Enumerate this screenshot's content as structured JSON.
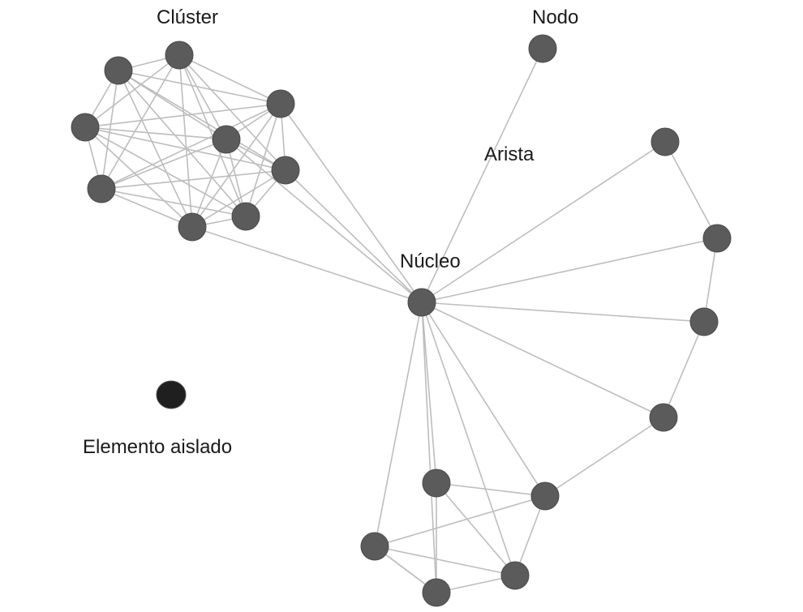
{
  "labels": {
    "cluster": "Clúster",
    "node": "Nodo",
    "edge": "Arista",
    "hub": "Núcleo",
    "isolated": "Elemento aislado"
  },
  "colors": {
    "node": "#5b5b5b",
    "isolated_node": "#1f1f1f",
    "edge": "#bdbdbd",
    "background": "#ffffff"
  },
  "graph": {
    "nodes": [
      "A",
      "B",
      "C",
      "D",
      "E",
      "F",
      "G",
      "H",
      "I",
      "Hub",
      "Top",
      "R1",
      "R2",
      "R3",
      "R4",
      "B1",
      "B2",
      "B3",
      "B4",
      "B5",
      "Iso"
    ],
    "edges": [
      [
        "A",
        "B"
      ],
      [
        "A",
        "C"
      ],
      [
        "A",
        "D"
      ],
      [
        "A",
        "E"
      ],
      [
        "A",
        "F"
      ],
      [
        "A",
        "G"
      ],
      [
        "A",
        "H"
      ],
      [
        "A",
        "I"
      ],
      [
        "B",
        "C"
      ],
      [
        "B",
        "D"
      ],
      [
        "B",
        "E"
      ],
      [
        "B",
        "F"
      ],
      [
        "B",
        "G"
      ],
      [
        "B",
        "H"
      ],
      [
        "B",
        "I"
      ],
      [
        "C",
        "D"
      ],
      [
        "C",
        "E"
      ],
      [
        "C",
        "F"
      ],
      [
        "C",
        "G"
      ],
      [
        "C",
        "H"
      ],
      [
        "C",
        "I"
      ],
      [
        "D",
        "E"
      ],
      [
        "D",
        "F"
      ],
      [
        "D",
        "G"
      ],
      [
        "D",
        "H"
      ],
      [
        "D",
        "I"
      ],
      [
        "E",
        "F"
      ],
      [
        "E",
        "G"
      ],
      [
        "E",
        "H"
      ],
      [
        "E",
        "I"
      ],
      [
        "F",
        "G"
      ],
      [
        "F",
        "H"
      ],
      [
        "F",
        "I"
      ],
      [
        "G",
        "H"
      ],
      [
        "G",
        "I"
      ],
      [
        "H",
        "I"
      ],
      [
        "Hub",
        "E"
      ],
      [
        "Hub",
        "G"
      ],
      [
        "Hub",
        "H"
      ],
      [
        "Hub",
        "I"
      ],
      [
        "Hub",
        "Top"
      ],
      [
        "Hub",
        "R1"
      ],
      [
        "Hub",
        "R2"
      ],
      [
        "Hub",
        "R3"
      ],
      [
        "Hub",
        "R4"
      ],
      [
        "R1",
        "R2"
      ],
      [
        "R2",
        "R3"
      ],
      [
        "R3",
        "R4"
      ],
      [
        "R4",
        "B3"
      ],
      [
        "Hub",
        "B1"
      ],
      [
        "Hub",
        "B2"
      ],
      [
        "Hub",
        "B3"
      ],
      [
        "Hub",
        "B4"
      ],
      [
        "Hub",
        "B5"
      ],
      [
        "B1",
        "B3"
      ],
      [
        "B1",
        "B4"
      ],
      [
        "B1",
        "B5"
      ],
      [
        "B2",
        "B3"
      ],
      [
        "B2",
        "B4"
      ],
      [
        "B2",
        "B5"
      ],
      [
        "B3",
        "B4"
      ],
      [
        "B4",
        "B5"
      ],
      [
        "B5",
        "B2"
      ]
    ]
  }
}
